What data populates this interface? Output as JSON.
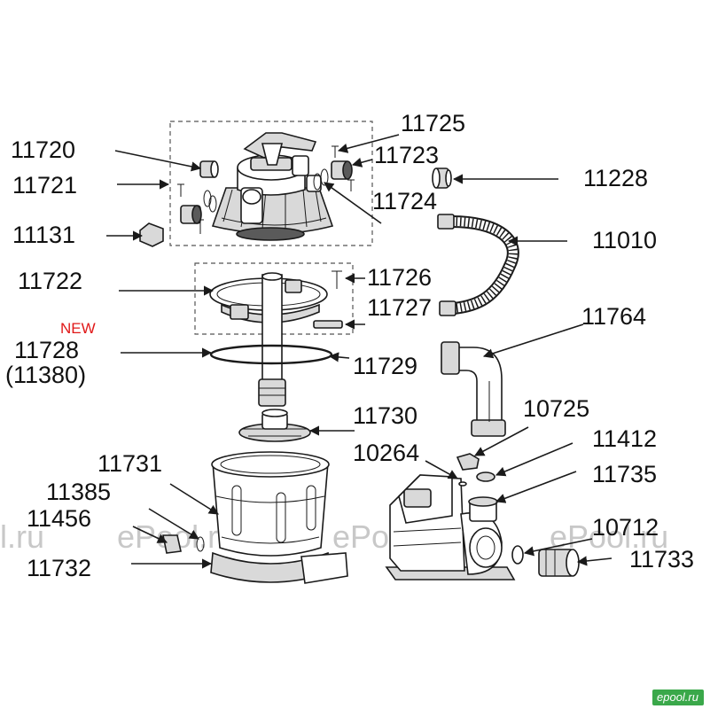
{
  "labels": {
    "p11720": "11720",
    "p11721": "11721",
    "p11131": "11131",
    "p11722": "11722",
    "new_badge": "NEW",
    "p11728": "11728",
    "p11380": "(11380)",
    "p11725": "11725",
    "p11723": "11723",
    "p11724": "11724",
    "p11228": "11228",
    "p11010": "11010",
    "p11726": "11726",
    "p11727": "11727",
    "p11764": "11764",
    "p11729": "11729",
    "p11730": "11730",
    "p10725": "10725",
    "p11412": "11412",
    "p10264": "10264",
    "p11735": "11735",
    "p11731": "11731",
    "p11385": "11385",
    "p11456": "11456",
    "p10712": "10712",
    "p11733": "11733",
    "p11732": "11732"
  },
  "watermarks": [
    "l.ru",
    "ePool.ru",
    "ePool.ru",
    "ePool.ru"
  ],
  "corner_mark": "epool.ru",
  "colors": {
    "line": "#1a1a1a",
    "new_badge": "#e01818",
    "watermark": "#c8c8c8",
    "corner_badge": "#3aa84a"
  }
}
